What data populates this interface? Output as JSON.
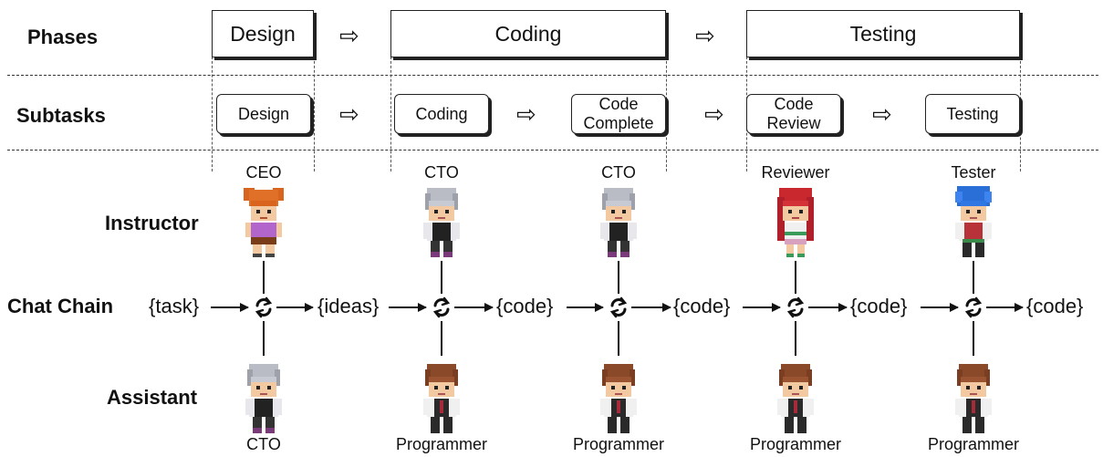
{
  "rows": {
    "phases": "Phases",
    "subtasks": "Subtasks",
    "instructor": "Instructor",
    "chat_chain": "Chat Chain",
    "assistant": "Assistant"
  },
  "phases": [
    "Design",
    "Coding",
    "Testing"
  ],
  "subtasks": [
    {
      "lines": [
        "Design"
      ]
    },
    {
      "lines": [
        "Coding"
      ]
    },
    {
      "lines": [
        "Code",
        "Complete"
      ]
    },
    {
      "lines": [
        "Code",
        "Review"
      ]
    },
    {
      "lines": [
        "Testing"
      ]
    }
  ],
  "instructors": [
    "CEO",
    "CTO",
    "CTO",
    "Reviewer",
    "Tester"
  ],
  "assistants": [
    "CTO",
    "Programmer",
    "Programmer",
    "Programmer",
    "Programmer"
  ],
  "chain_labels": [
    "{task}",
    "{ideas}",
    "{code}",
    "{code}",
    "{code}",
    "{code}"
  ],
  "icons": {
    "phase_arrow": "hollow-right-arrow-icon",
    "chat_node": "chat-cycle-icon",
    "characters": "pixel-character-icon"
  }
}
